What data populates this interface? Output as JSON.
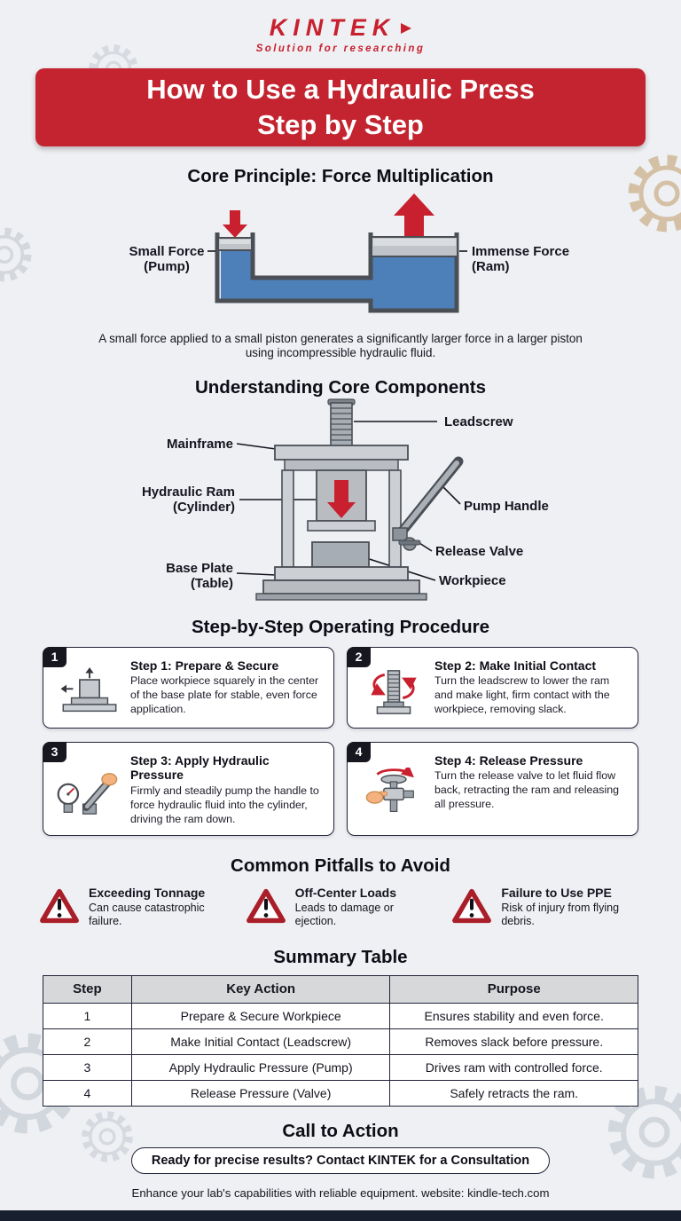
{
  "colors": {
    "brand_red": "#c8202e",
    "banner_red": "#c32430",
    "fluid_blue": "#4d80b8",
    "ink": "#15151f",
    "metal_gray": "#c6cacf",
    "table_header_bg": "#d7d8da",
    "warning_red": "#a91e28",
    "background": "#eef0f3",
    "bottom_bar": "#18202f"
  },
  "header": {
    "logo": "KINTEK",
    "tagline": "Solution for researching"
  },
  "title": {
    "line1": "How to Use a Hydraulic Press",
    "line2": "Step by Step"
  },
  "core_principle": {
    "heading": "Core Principle: Force Multiplication",
    "label_left_1": "Small Force",
    "label_left_2": "(Pump)",
    "label_right_1": "Immense Force",
    "label_right_2": "(Ram)",
    "caption": "A small force applied to a small piston generates a significantly larger force in a larger piston using incompressible hydraulic fluid."
  },
  "components": {
    "heading": "Understanding Core Components",
    "labels": {
      "leadscrew": "Leadscrew",
      "mainframe": "Mainframe",
      "ram_line1": "Hydraulic Ram",
      "ram_line2": "(Cylinder)",
      "pump_handle": "Pump Handle",
      "release_valve": "Release Valve",
      "base_line1": "Base Plate",
      "base_line2": "(Table)",
      "workpiece": "Workpiece"
    }
  },
  "procedure": {
    "heading": "Step-by-Step Operating Procedure",
    "cards": [
      {
        "number": "1",
        "icon": "prepare-secure-icon",
        "title": "Step 1: Prepare & Secure",
        "text": "Place workpiece squarely in the center of the base plate for stable, even force application."
      },
      {
        "number": "2",
        "icon": "leadscrew-contact-icon",
        "title": "Step 2: Make Initial Contact",
        "text": "Turn the leadscrew to lower the ram and make light, firm contact with the workpiece, removing slack."
      },
      {
        "number": "3",
        "icon": "pump-pressure-icon",
        "title": "Step 3: Apply Hydraulic Pressure",
        "text": "Firmly and steadily pump the handle to force hydraulic fluid into the cylinder, driving the ram down."
      },
      {
        "number": "4",
        "icon": "release-valve-icon",
        "title": "Step 4: Release Pressure",
        "text": "Turn the release valve to let fluid flow back, retracting the ram and releasing all pressure."
      }
    ]
  },
  "pitfalls": {
    "heading": "Common Pitfalls to Avoid",
    "items": [
      {
        "title": "Exceeding Tonnage",
        "text": "Can cause catastrophic failure."
      },
      {
        "title": "Off-Center Loads",
        "text": "Leads to damage or ejection."
      },
      {
        "title": "Failure to Use PPE",
        "text": "Risk of injury from flying debris."
      }
    ]
  },
  "summary": {
    "heading": "Summary Table",
    "columns": [
      "Step",
      "Key Action",
      "Purpose"
    ],
    "rows": [
      [
        "1",
        "Prepare & Secure Workpiece",
        "Ensures stability and even force."
      ],
      [
        "2",
        "Make Initial Contact (Leadscrew)",
        "Removes slack before pressure."
      ],
      [
        "3",
        "Apply Hydraulic Pressure (Pump)",
        "Drives ram with controlled force."
      ],
      [
        "4",
        "Release Pressure (Valve)",
        "Safely retracts the ram."
      ]
    ]
  },
  "cta": {
    "heading": "Call to Action",
    "button": "Ready for precise results? Contact KINTEK for a Consultation",
    "footer": "Enhance your lab's capabilities with reliable equipment. website: kindle-tech.com"
  }
}
